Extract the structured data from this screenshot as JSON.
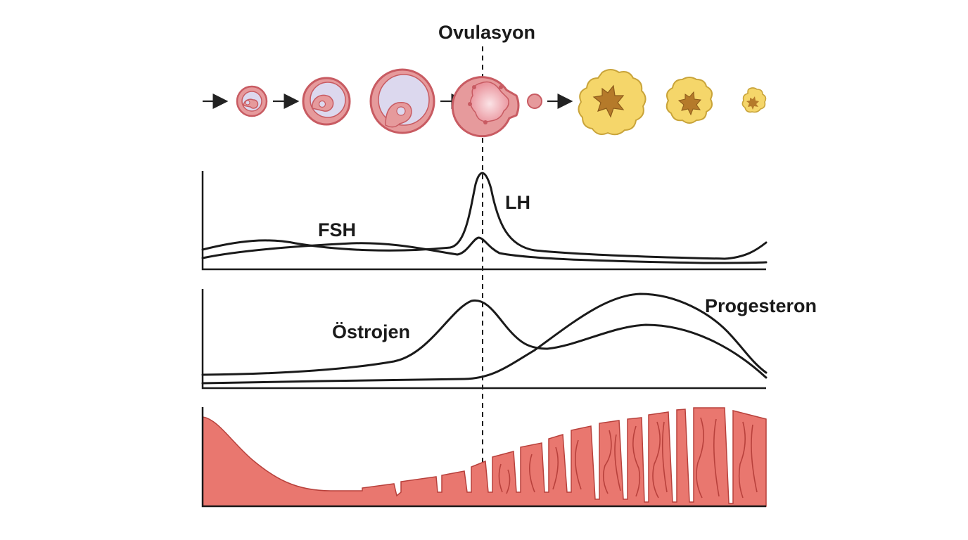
{
  "labels": {
    "ovulation": "Ovulasyon",
    "lh": "LH",
    "fsh": "FSH",
    "estrogen": "Östrojen",
    "progesterone": "Progesteron"
  },
  "colors": {
    "follicle_pink": "#e69a9c",
    "follicle_ring": "#c85b62",
    "antrum": "#dcd8ee",
    "corpus_luteum": "#f5d66a",
    "corpus_core": "#b57a2a",
    "endometrium": "#e9776f",
    "endometrium_dark": "#b8413c"
  },
  "icons": [
    "arrow-right-icon",
    "follicle-icon",
    "corpus-luteum-icon"
  ]
}
